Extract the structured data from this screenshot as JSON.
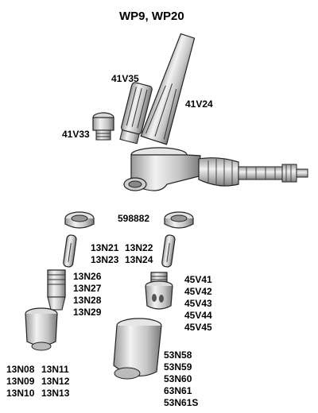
{
  "title": "WP9, WP20",
  "labels": {
    "collet_body_long": "41V35",
    "back_cap_long": "41V24",
    "back_cap_short": "41V33",
    "insulator": "598882"
  },
  "collets": [
    "13N21",
    "13N22",
    "13N23",
    "13N24"
  ],
  "collet_bodies": [
    "13N26",
    "13N27",
    "13N28",
    "13N29"
  ],
  "gas_lens": [
    "45V41",
    "45V42",
    "45V43",
    "45V44",
    "45V45"
  ],
  "nozzles_small": [
    "13N08",
    "13N11",
    "13N09",
    "13N12",
    "13N10",
    "13N13"
  ],
  "nozzles_large": [
    "53N58",
    "53N59",
    "53N60",
    "63N61",
    "53N61S"
  ]
}
